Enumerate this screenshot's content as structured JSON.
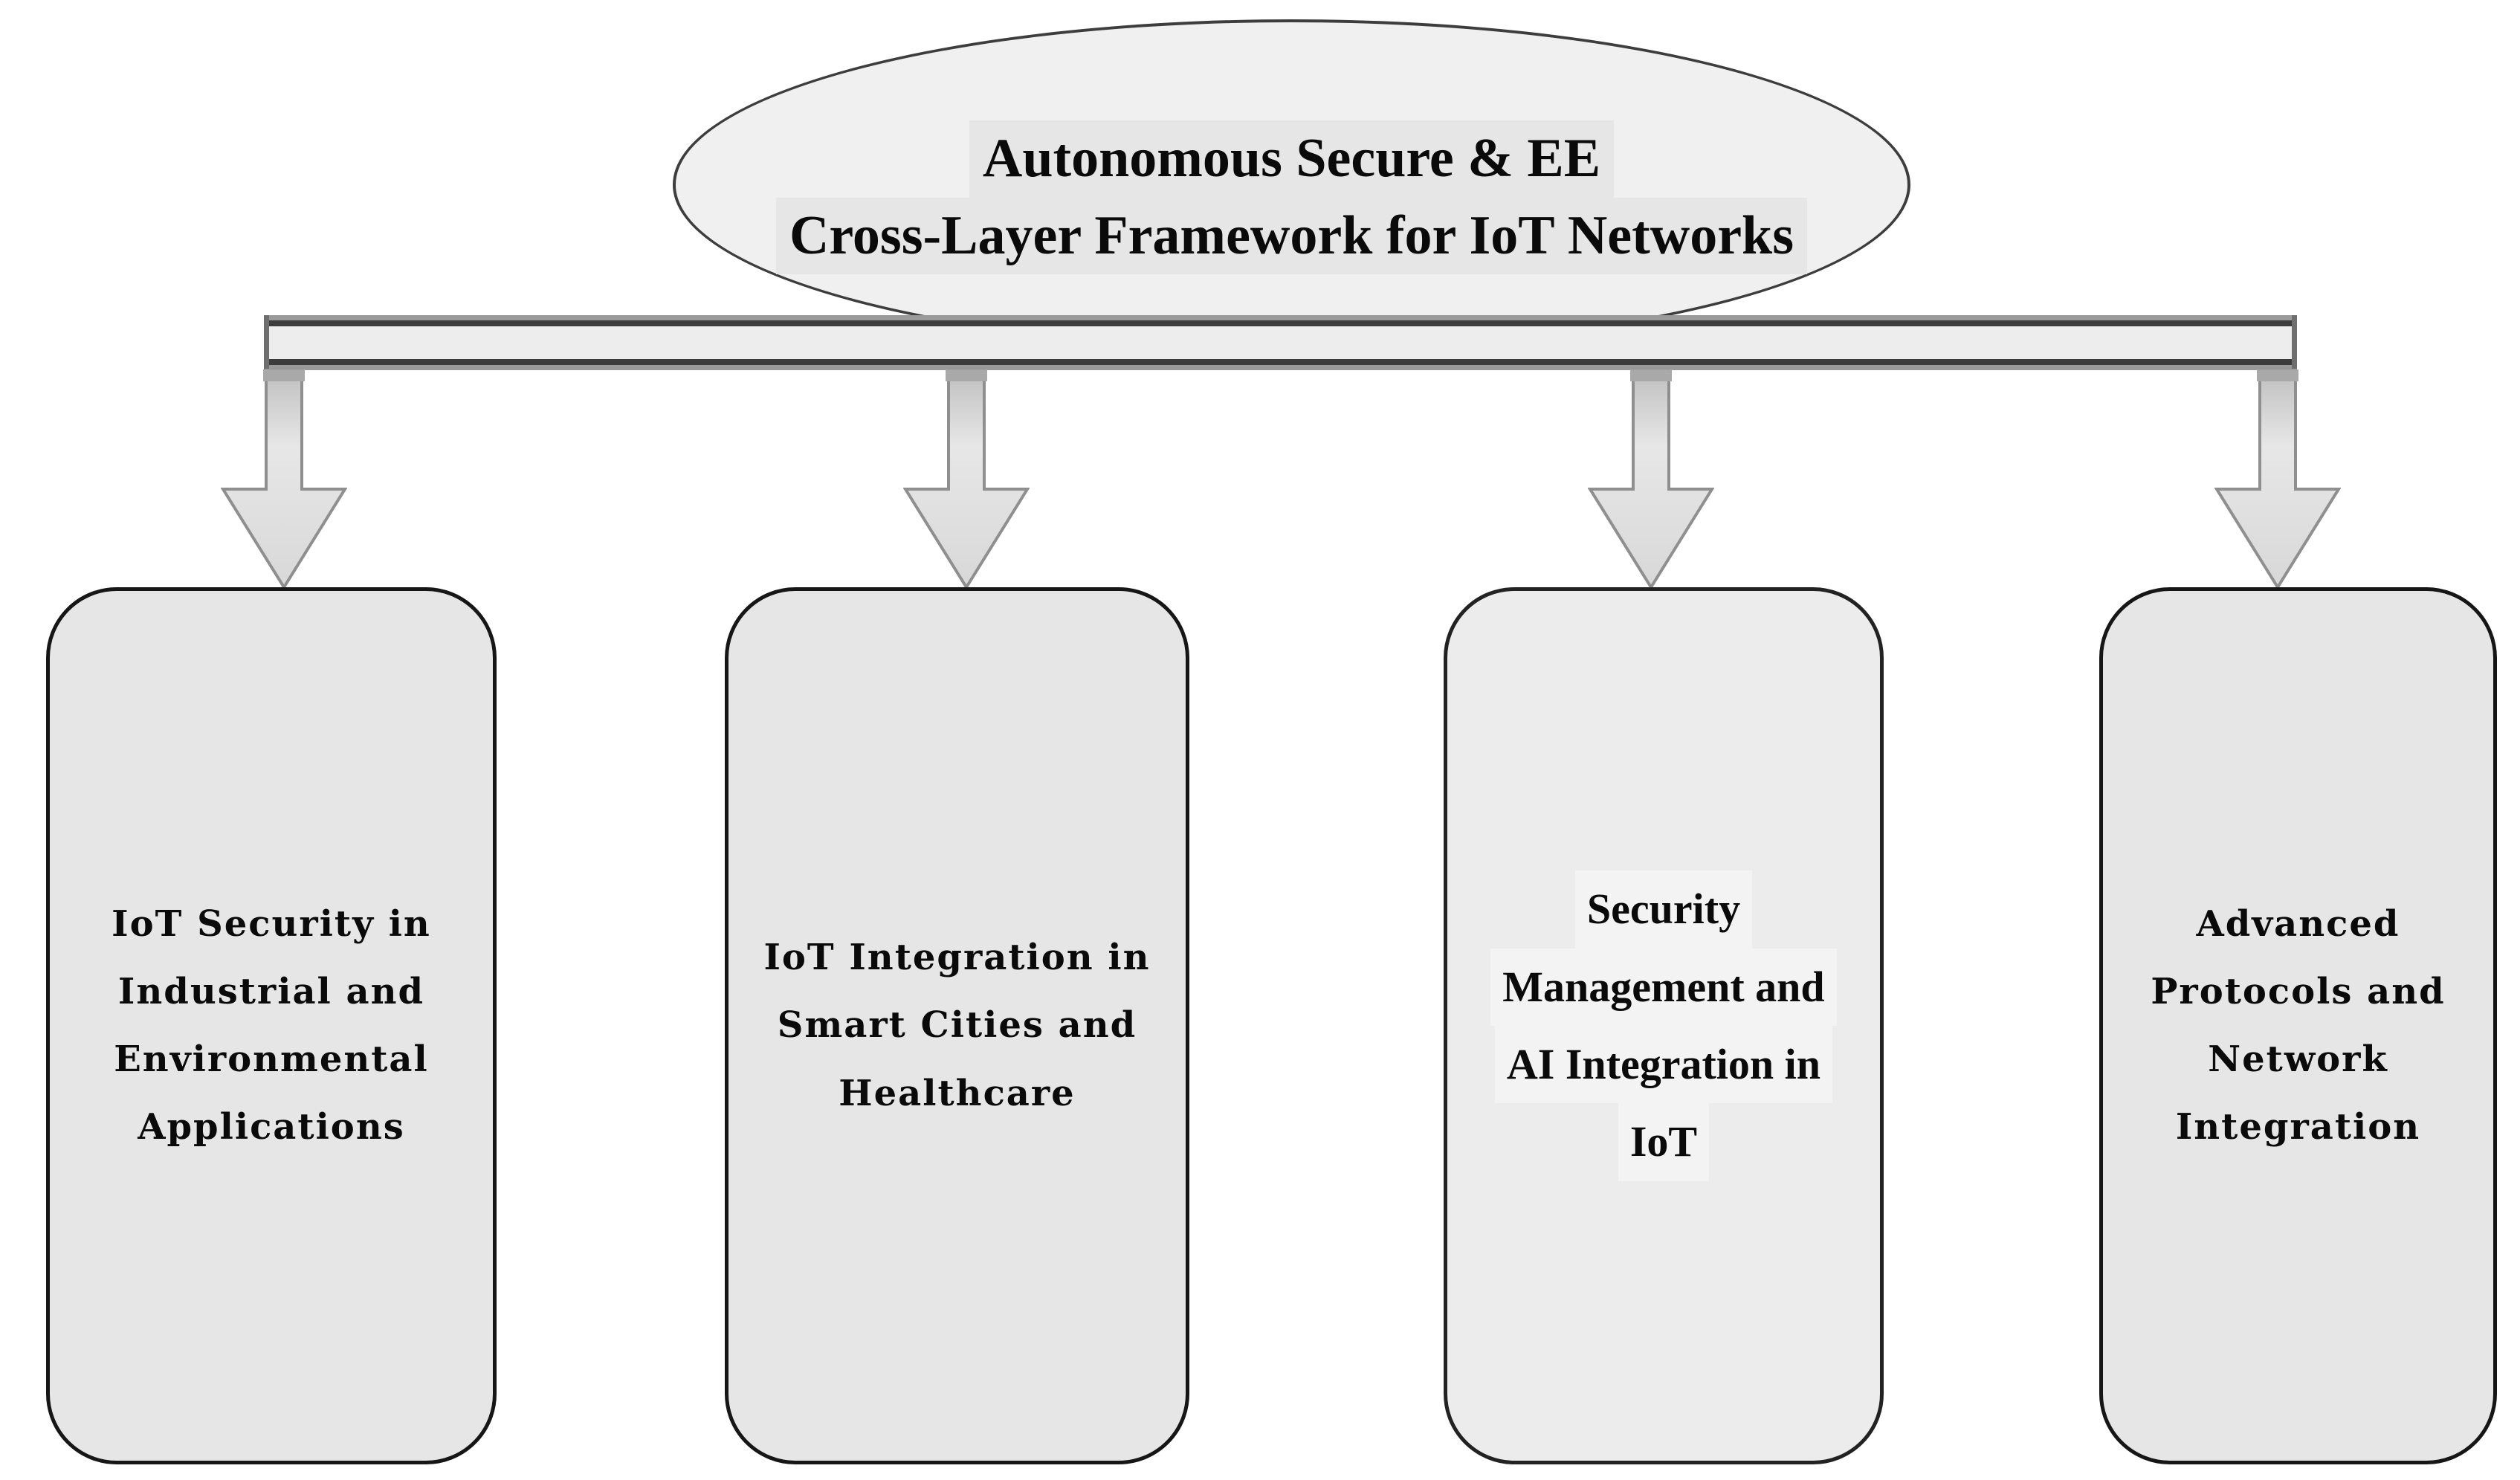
{
  "diagram": {
    "type": "hierarchy",
    "title_ellipse": {
      "lines": [
        "Autonomous Secure & EE",
        "Cross-Layer Framework for IoT Networks"
      ]
    },
    "branch_boxes": [
      {
        "lines": [
          "IoT Security in",
          "Industrial and",
          "Environmental",
          "Applications"
        ]
      },
      {
        "lines": [
          "IoT Integration in",
          "Smart Cities and",
          "Healthcare"
        ]
      },
      {
        "lines": [
          "Security",
          "Management and",
          "AI Integration in",
          "IoT"
        ]
      },
      {
        "lines": [
          "Advanced",
          "Protocols and",
          "Network",
          "Integration"
        ]
      }
    ],
    "colors": {
      "background": "#ffffff",
      "ellipse_fill": "#f0f0f0",
      "ellipse_outline": "#3d3d3d",
      "ellipse_line_highlight": "#e6e6e6",
      "bar_fill": "#ededed",
      "bar_edge_dark": "#3c3c3c",
      "bar_edge_shadow": "#9a9a9a",
      "arrow_fill_top": "#bfbfbf",
      "arrow_fill_bottom": "#e9e9e9",
      "arrow_outline": "#8f8f8f",
      "box_fill": "#e6e6e6",
      "box3_fill": "#ececec",
      "box_outline": "#161616",
      "box3_line_highlight": "#f3f3f3",
      "text": "#0a0a0a"
    }
  }
}
